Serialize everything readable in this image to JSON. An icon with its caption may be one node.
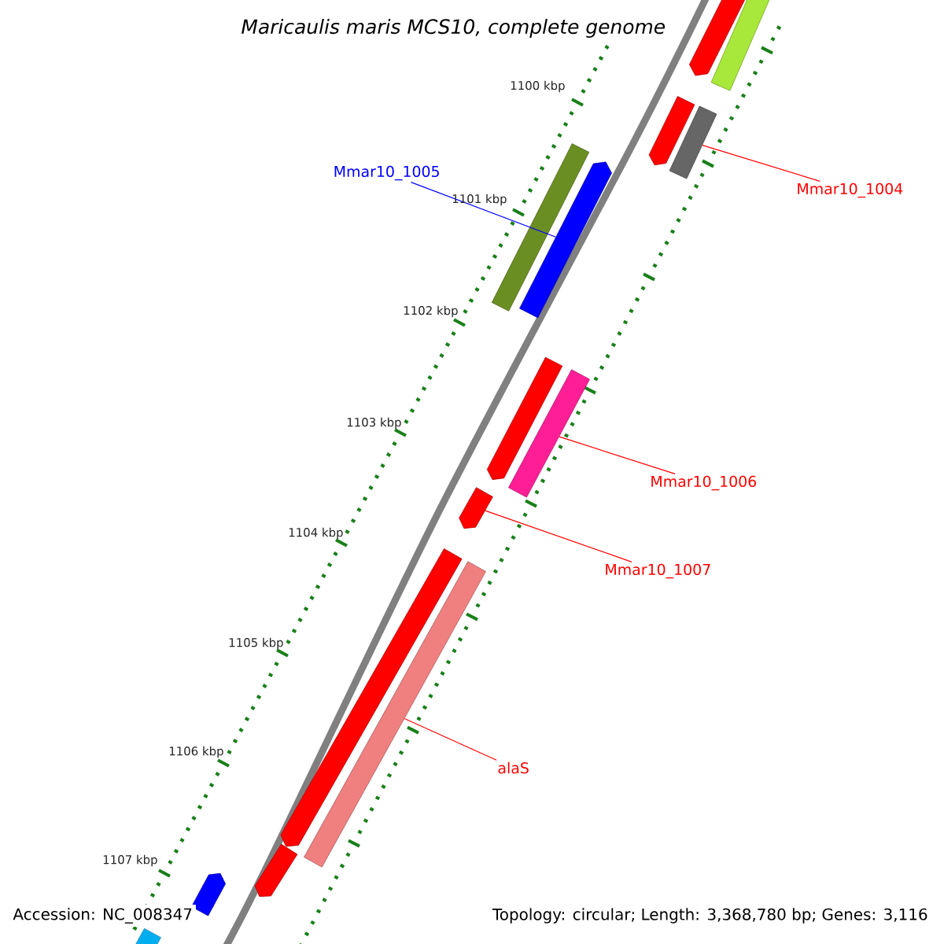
{
  "diagram": {
    "title": "Maricaulis maris MCS10, complete genome",
    "nodes": [
      {
        "text": [],
        "shape": "bar"
      },
      {
        "text": [],
        "shape": "bar"
      },
      {
        "text": [],
        "shape": "bar"
      },
      {
        "text": [],
        "shape": "bar"
      },
      {
        "text": [],
        "shape": "bar"
      },
      {
        "text": [],
        "shape": "bar"
      },
      {
        "text": [
          "Mmar10_1005"
        ]
      },
      {
        "text": [
          "Mmar10_1004"
        ]
      },
      {
        "text": [],
        "shape": "bar"
      },
      {
        "text": [],
        "shape": "bar"
      },
      {
        "text": [
          "Mmar10_1006"
        ]
      },
      {
        "text": [],
        "shape": "bar"
      },
      {
        "text": [],
        "shape": "bar"
      },
      {
        "text": [],
        "shape": "bar"
      },
      {
        "text": [
          "Mmar10_1007"
        ]
      },
      {
        "text": [
          "alaS"
        ]
      },
      {
        "text": [],
        "shape": "bar"
      },
      {
        "text": [],
        "shape": "bar"
      },
      {
        "text": [],
        "shape": "bar"
      }
    ],
    "edges": [
      {
        "from": 6,
        "to": 5,
        "arrow": "none",
        "color": "#0000ff"
      },
      {
        "from": 7,
        "to": 3,
        "arrow": "none"
      },
      {
        "from": 10,
        "to": 9,
        "arrow": "none"
      },
      {
        "from": 14,
        "to": 11,
        "arrow": "none"
      },
      {
        "from": 15,
        "to": 13,
        "arrow": "none"
      }
    ],
    "labels": [
      "1100 kbp",
      "1101 kbp",
      "1102 kbp",
      "1103 kbp",
      "1104 kbp",
      "1105 kbp",
      "1106 kbp",
      "1107 kbp",
      "Accession: NC_008347",
      "Topology: circular; Length: 3,368,780 bp; Genes: 3,116"
    ]
  }
}
